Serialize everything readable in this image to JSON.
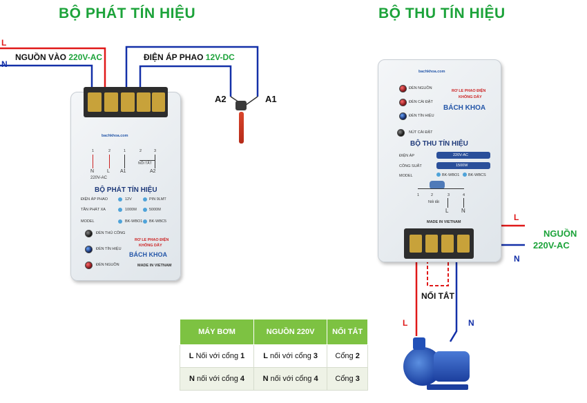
{
  "titles": {
    "transmitter": "BỘ PHÁT TÍN HIỆU",
    "receiver": "BỘ THU TÍN HIỆU"
  },
  "transmitter_wiring": {
    "L": "L",
    "N": "N",
    "power_in_prefix": "NGUỒN VÀO ",
    "power_in_value": "220V-AC",
    "float_voltage_prefix": "ĐIỆN ÁP PHAO ",
    "float_voltage_value": "12V-DC",
    "a2": "A2",
    "a1": "A1"
  },
  "transmitter_device": {
    "brand": "bachkhoa.com",
    "terminal_numbers": [
      "1",
      "2",
      "1",
      "2",
      "3"
    ],
    "terminal_labels": [
      "N",
      "L",
      "A1",
      "A2"
    ],
    "supply": "220V-AC",
    "short_label": "NỐI TẮT",
    "title": "BỘ PHÁT TÍN HIỆU",
    "specs": [
      {
        "name": "ĐIỆN ÁP PHAO",
        "opt1": "12V",
        "opt2": "PIN 9LMT"
      },
      {
        "name": "TẦN PHÁT XA",
        "opt1": "1000M",
        "opt2": "5000M"
      },
      {
        "name": "MODEL",
        "opt1": "BK-WBO1",
        "opt2": "BK-WBC5"
      }
    ],
    "controls": [
      "ĐÈN THỦ CÔNG",
      "ĐÈN TÍN HIỆU",
      "ĐÈN NGUỒN"
    ],
    "product_line1": "RƠ LE PHAO ĐIỆN",
    "product_line2": "KHÔNG DÂY",
    "product_brand": "BÁCH KHOA",
    "made_in": "MADE IN VIETNAM"
  },
  "receiver_device": {
    "brand": "bachkhoa.com",
    "indicators": [
      "ĐÈN NGUỒN",
      "ĐÈN CÀI ĐẶT",
      "ĐÈN TÍN HIỆU"
    ],
    "product_line1": "RƠ LE PHAO ĐIỆN",
    "product_line2": "KHÔNG DÂY",
    "product_brand": "BÁCH KHOA",
    "setup_button": "NÚT CÀI ĐẶT",
    "title": "BỘ THU TÍN HIỆU",
    "specs": [
      {
        "name": "ĐIỆN ÁP",
        "value": "220V-AC"
      },
      {
        "name": "CÔNG SUẤT",
        "value": "1500W"
      }
    ],
    "model_label": "MODEL",
    "models": [
      "BK-WBO1",
      "BK-WBCS"
    ],
    "terminal_numbers": [
      "1",
      "2",
      "3",
      "4"
    ],
    "short_label": "Nối tắt",
    "l": "L",
    "n": "N",
    "made_in": "MADE IN VIETNAM"
  },
  "receiver_wiring": {
    "L": "L",
    "N": "N",
    "power_line1": "NGUỒN",
    "power_line2": "220V-AC",
    "short": "NỐI TẮT",
    "pump_L": "L",
    "pump_N": "N"
  },
  "legend_table": {
    "headers": [
      "MÁY BƠM",
      "NGUỒN 220V",
      "NỐI TẮT"
    ],
    "rows": [
      {
        "pump_wire": "L",
        "pump_text": " Nối với cổng ",
        "pump_port": "1",
        "power_wire": "L",
        "power_text": " nối với cổng ",
        "power_port": "3",
        "short_text": "Cổng ",
        "short_port": "2"
      },
      {
        "pump_wire": "N",
        "pump_text": " nối với cổng ",
        "pump_port": "4",
        "power_wire": "N",
        "power_text": " nối với cổng ",
        "power_port": "4",
        "short_text": "Cổng ",
        "short_port": "3"
      }
    ]
  },
  "colors": {
    "live": "#e01818",
    "neutral": "#1330a8",
    "accent": "#1ca33a",
    "table_header": "#7dc242"
  }
}
